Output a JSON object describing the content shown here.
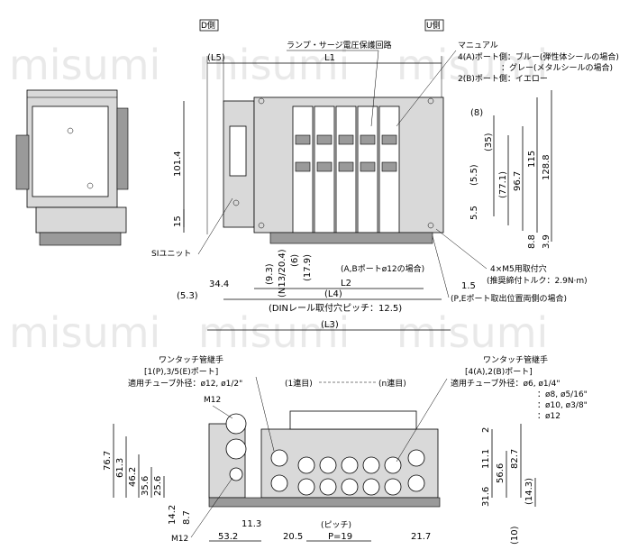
{
  "view_labels": {
    "d_side": "D側",
    "u_side": "U側"
  },
  "top": {
    "lamp_surge": "ランプ・サージ電圧保護回路",
    "manual": "マニュアル",
    "port4a_blue": "4(A)ポート側：ブルー(弾性体シールの場合)",
    "port4a_gray": "：グレー(メタルシールの場合)",
    "port2b_yellow": "2(B)ポート側：イエロー",
    "si_unit": "SIユニット",
    "ab_port_note": "(A,Bポートø12の場合)",
    "m5_holes": "4×M5用取付穴",
    "torque": "(推奨締付トルク：2.9N·m)",
    "pe_port_note": "(P,Eポート取出位置両側の場合)",
    "din_pitch": "(DINレール取付穴ピッチ：12.5)",
    "dims": {
      "L5": "(L5)",
      "L1": "L1",
      "L2": "L2",
      "L4": "(L4)",
      "L3": "(L3)",
      "d8": "(8)",
      "d35": "(35)",
      "d5_5a": "(5.5)",
      "d77_1": "(77.1)",
      "d96_7": "96.7",
      "d115": "115",
      "d128_8": "128.8",
      "d5_5b": "5.5",
      "d8_8": "8.8",
      "d3_9": "3.9",
      "d101_4": "101.4",
      "d15": "15",
      "d9_3": "(9.3)",
      "dN13": "(N13/20.4)",
      "d6": "(6)",
      "d17_9": "(17.9)",
      "d34_4": "34.4",
      "d5_3": "(5.3)",
      "d1_5": "1.5"
    }
  },
  "bottom": {
    "one_touch_left": "ワンタッチ管継手",
    "ports_left": "[1(P),3/5(E)ポート]",
    "tube_left": "適用チューブ外径：ø12, ø1/2\"",
    "station_first": "(1連目)",
    "station_n": "(n連目)",
    "one_touch_right": "ワンタッチ管継手",
    "ports_right": "[4(A),2(B)ポート]",
    "tube_right_1": "適用チューブ外径：ø6, ø1/4\"",
    "tube_right_2": "：ø8, ø5/16\"",
    "tube_right_3": "：ø10, ø3/8\"",
    "tube_right_4": "：ø12",
    "m12_top": "M12",
    "m12_bottom": "M12",
    "pitch_label": "(ピッチ)",
    "dims": {
      "d76_7": "76.7",
      "d61_3": "61.3",
      "d46_2": "46.2",
      "d35_6": "35.6",
      "d25_6": "25.6",
      "d14_2": "14.2",
      "d8_7": "8.7",
      "d11_3": "11.3",
      "d53_2": "53.2",
      "d20_5": "20.5",
      "p19": "P=19",
      "d21_7": "21.7",
      "d2": "2",
      "d11_1": "11.1",
      "d56_6": "56.6",
      "d82_7": "82.7",
      "d31_6": "31.6",
      "d14_3": "(14.3)",
      "d10": "(10)"
    }
  },
  "watermark": "misumi"
}
